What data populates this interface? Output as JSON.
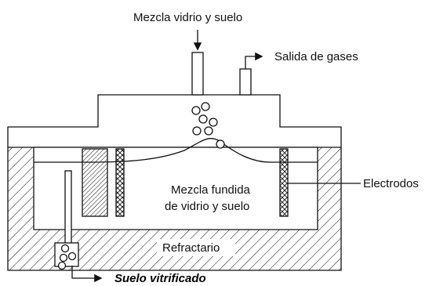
{
  "labels": {
    "feed": "Mezcla vidrio y suelo",
    "gas_outlet": "Salida de gases",
    "electrodes": "Electrodos",
    "melt_line1": "Mezcla fundida",
    "melt_line2": "de vidrio y suelo",
    "refractory": "Refractario",
    "vitrified_soil": "Suelo vitrificado"
  }
}
